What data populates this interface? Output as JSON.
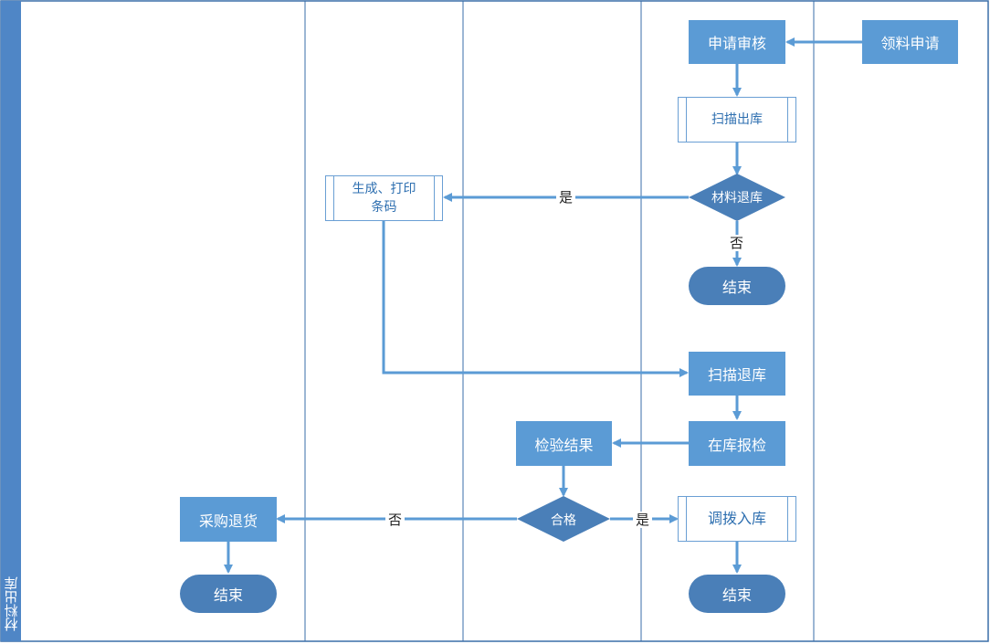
{
  "lane_title": "材料出库",
  "nodes": {
    "apply": "领料申请",
    "review": "申请审核",
    "scan_out": "扫描出库",
    "return_q": "材料退库",
    "end1": "结束",
    "print": "生成、打印\n条码",
    "scan_return": "扫描退库",
    "inspect_req": "在库报检",
    "inspect_result": "检验结果",
    "qualified_q": "合格",
    "purchase_return": "采购退货",
    "end2": "结束",
    "transfer_in": "调拨入库",
    "end3": "结束"
  },
  "labels": {
    "yes1": "是",
    "no1": "否",
    "no2": "否",
    "yes2": "是"
  },
  "colors": {
    "shape": "#5b9bd5",
    "terminal": "#4a7fb8",
    "line": "#5b9bd5",
    "border": "#3a6ea8"
  }
}
